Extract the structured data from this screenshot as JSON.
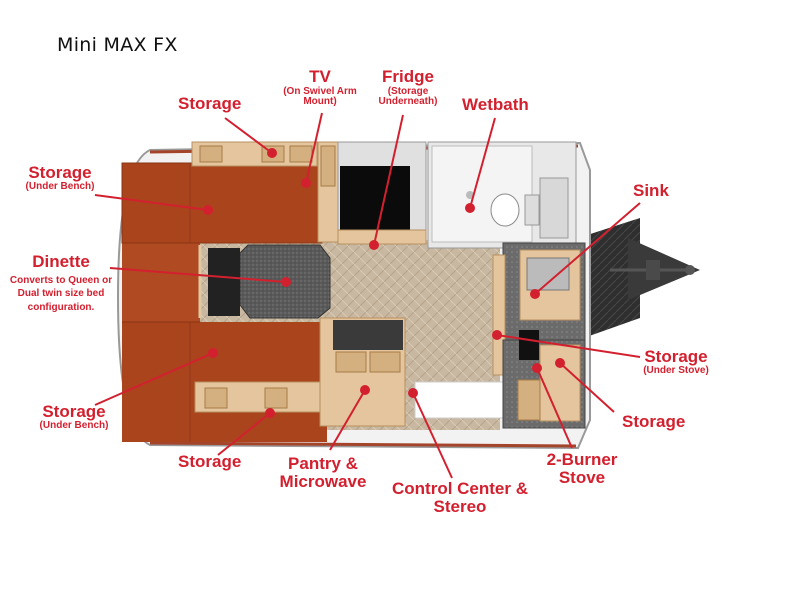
{
  "title": "Mini MAX FX",
  "accent_color": "#d3202f",
  "callouts": {
    "tv": {
      "label": "TV",
      "sub": "(On Swivel Arm Mount)"
    },
    "fridge": {
      "label": "Fridge",
      "sub": "(Storage Underneath)"
    },
    "wetbath": {
      "label": "Wetbath"
    },
    "storage_top": {
      "label": "Storage"
    },
    "storage_under_bench_top": {
      "label": "Storage",
      "sub": "(Under Bench)"
    },
    "dinette": {
      "label": "Dinette",
      "sub": "Converts to Queen or Dual twin size bed configuration."
    },
    "sink": {
      "label": "Sink"
    },
    "storage_under_stove": {
      "label": "Storage",
      "sub": "(Under Stove)"
    },
    "storage_right": {
      "label": "Storage"
    },
    "storage_under_bench_bottom": {
      "label": "Storage",
      "sub": "(Under Bench)"
    },
    "storage_bottom": {
      "label": "Storage"
    },
    "pantry": {
      "label": "Pantry & Microwave"
    },
    "control_center": {
      "label": "Control Center & Stereo"
    },
    "stove": {
      "label": "2-Burner Stove"
    }
  }
}
